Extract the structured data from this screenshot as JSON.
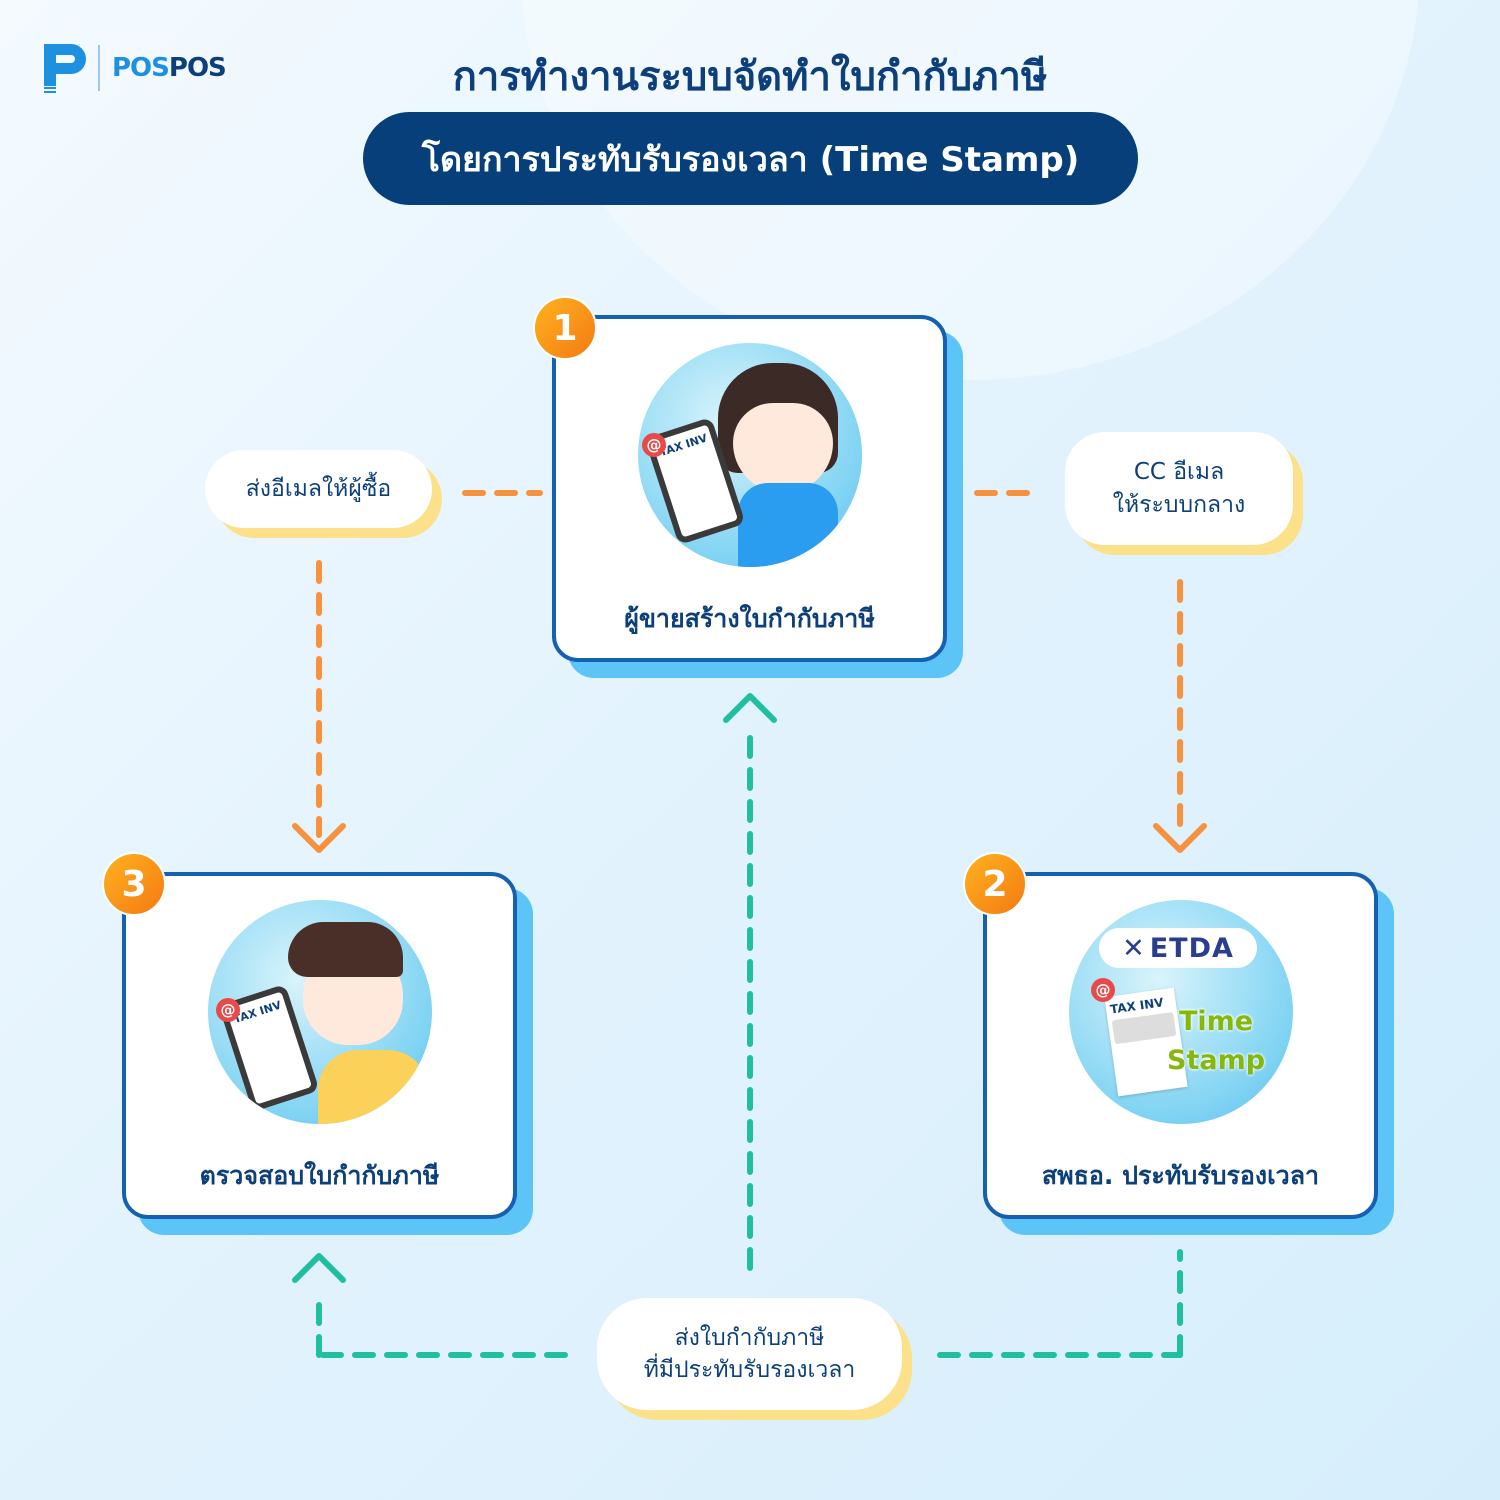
{
  "logo": {
    "brand_part1": "POS",
    "brand_part2": "POS",
    "text": "POSPOS"
  },
  "header": {
    "title": "การทำงานระบบจัดทำใบกำกับภาษี",
    "subtitle": "โดยการประทับรับรองเวลา (Time Stamp)"
  },
  "steps": [
    {
      "number": "1",
      "label": "ผู้ขายสร้างใบกำกับภาษี",
      "doc_text": "TAX INV"
    },
    {
      "number": "2",
      "label": "สพธอ. ประทับรับรองเวลา",
      "doc_text": "TAX INV",
      "org_logo": "ETDA",
      "stamp_line1": "Time",
      "stamp_line2": "Stamp"
    },
    {
      "number": "3",
      "label": "ตรวจสอบใบกำกับภาษี",
      "doc_text": "TAX INV"
    }
  ],
  "bubbles": {
    "email_buyer": "ส่งอีเมลให้ผู้ซื้อ",
    "cc_line1": "CC อีเมล",
    "cc_line2": "ให้ระบบกลาง",
    "send_line1": "ส่งใบกำกับภาษี",
    "send_line2": "ที่มีประทับรับรองเวลา"
  },
  "colors": {
    "navy": "#063f7a",
    "card_border": "#1560b0",
    "orange": "#f7913d",
    "teal": "#1fbf9f",
    "shadow_blue": "#5cc4f7",
    "bubble_shadow": "#fde08a"
  }
}
